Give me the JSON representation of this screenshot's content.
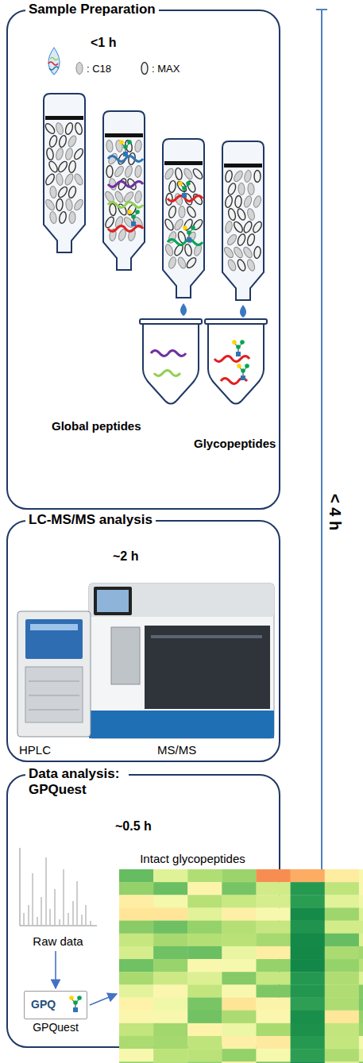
{
  "diagram": {
    "nodes": [
      {
        "text": [
          "Sample Preparation",
          "<1 h"
        ]
      },
      {
        "text": [
          "Global peptides"
        ],
        "in": 0
      },
      {
        "text": [
          "Glycopeptides"
        ],
        "in": 0
      },
      {
        "text": [
          "LC-MS/MS analysis",
          "~2 h"
        ]
      },
      {
        "text": [
          "Data analysis: GPQuest",
          "~0.5 h"
        ]
      },
      {
        "text": [
          "Raw data"
        ],
        "in": 4
      },
      {
        "text": [
          "GPQ",
          "GPQuest"
        ],
        "in": 4
      },
      {
        "text": [
          "Intact glycopeptides"
        ],
        "in": 4
      }
    ],
    "edges": [
      {
        "from": 5,
        "to": 6,
        "arrow": "to"
      },
      {
        "from": 6,
        "to": 7,
        "arrow": "to"
      }
    ],
    "labels": [
      "< 4 h",
      "HPLC",
      "MS/MS"
    ],
    "legend": [
      {
        "text": ": C18"
      },
      {
        "text": ": MAX"
      }
    ]
  }
}
